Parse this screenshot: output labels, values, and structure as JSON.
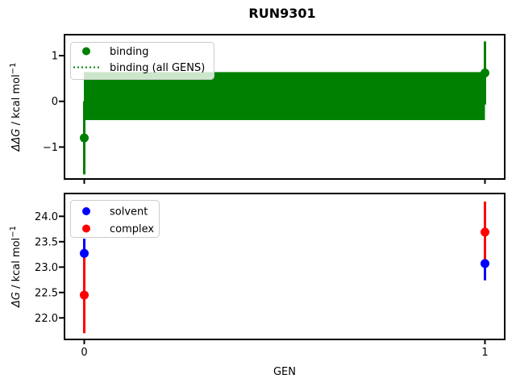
{
  "title": "RUN9301",
  "xlabel": "GEN",
  "colors": {
    "binding": "#008000",
    "solvent": "#0000ff",
    "complex": "#ff0000",
    "legend_border": "#cccccc",
    "axes": "#000000",
    "background": "#ffffff"
  },
  "chart_data": [
    {
      "type": "scatter",
      "subplot": "top",
      "ylabel": "ΔΔG / kcal mol⁻¹",
      "ylabel_parts": [
        "ΔΔG",
        " / kcal mol",
        "−1"
      ],
      "x": [
        0,
        1
      ],
      "series": [
        {
          "name": "binding",
          "color": "#008000",
          "values": [
            -0.8,
            0.62
          ],
          "yerr": [
            0.8,
            0.69
          ]
        }
      ],
      "band": {
        "name": "binding (all GENS)",
        "color": "#008000",
        "low": -0.41,
        "high": 0.64,
        "style": "filled band, dotted green line in legend"
      },
      "ylim": [
        -1.7,
        1.46
      ],
      "yticks": [
        1,
        0,
        -1
      ],
      "ytick_labels": [
        "1",
        "0",
        "−1"
      ],
      "legend": {
        "position": "upper left",
        "entries": [
          "binding",
          "binding (all GENS)"
        ]
      },
      "grid": false
    },
    {
      "type": "scatter",
      "subplot": "bottom",
      "ylabel": "ΔG / kcal mol⁻¹",
      "ylabel_parts": [
        "ΔG",
        " / kcal mol",
        "−1"
      ],
      "xlabel": "GEN",
      "x": [
        0,
        1
      ],
      "xtick_labels": [
        "0",
        "1"
      ],
      "series": [
        {
          "name": "solvent",
          "color": "#0000ff",
          "values": [
            23.27,
            23.07
          ],
          "yerr": [
            0.29,
            0.33
          ]
        },
        {
          "name": "complex",
          "color": "#ff0000",
          "values": [
            22.45,
            23.69
          ],
          "yerr": [
            0.75,
            0.6
          ]
        }
      ],
      "ylim": [
        21.58,
        24.45
      ],
      "yticks": [
        24.0,
        23.5,
        23.0,
        22.5,
        22.0
      ],
      "ytick_labels": [
        "24.0",
        "23.5",
        "23.0",
        "22.5",
        "22.0"
      ],
      "legend": {
        "position": "upper left",
        "entries": [
          "solvent",
          "complex"
        ]
      },
      "grid": false
    }
  ]
}
